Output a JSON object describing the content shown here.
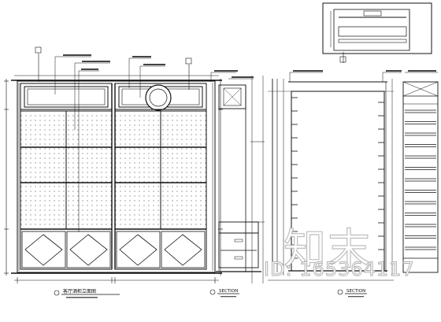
{
  "drawing": {
    "title_main": "客厅酒柜立面图",
    "title_side_a": "SECTION",
    "title_side_b": "SECTION"
  },
  "watermark": {
    "logo_text": "知末",
    "id_text": "ID: 165364117"
  }
}
